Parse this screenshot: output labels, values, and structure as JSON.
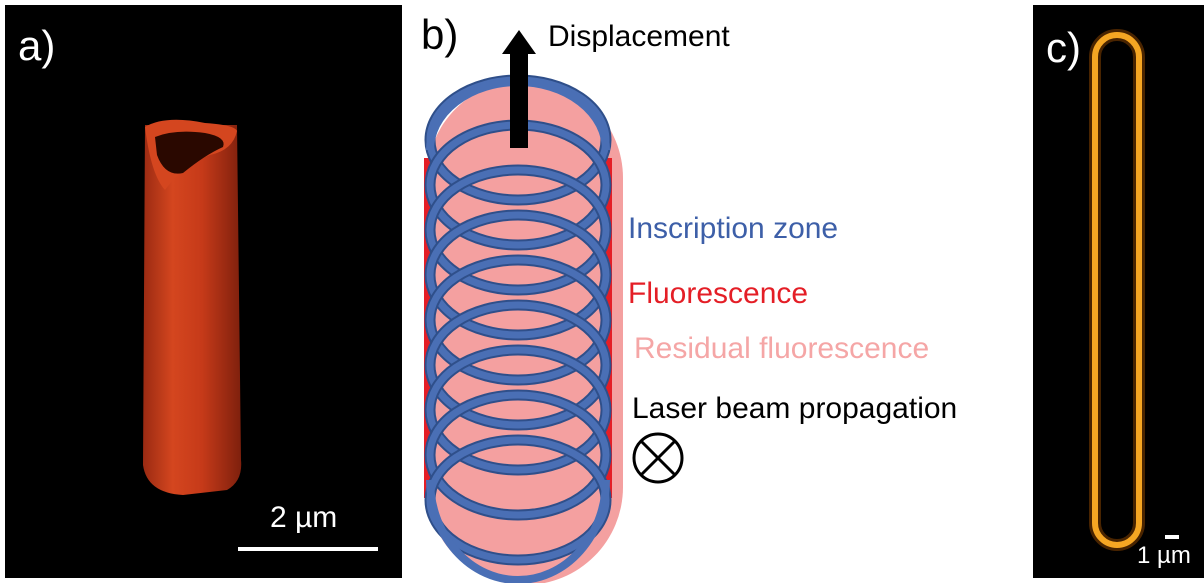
{
  "panels": {
    "a": {
      "letter": "a)",
      "scale_label": "2 µm"
    },
    "b": {
      "letter": "b)",
      "displacement_label": "Displacement"
    },
    "c": {
      "letter": "c)",
      "scale_label": "1 µm"
    }
  },
  "legend": {
    "inscription_zone": "Inscription zone",
    "fluorescence": "Fluorescence",
    "residual_fluorescence": "Residual fluorescence",
    "laser_beam_propagation": "Laser beam propagation"
  },
  "colors": {
    "inscription_zone": "#4a6fb5",
    "fluorescence": "#e41e26",
    "residual_fluorescence": "#f4a0a0",
    "tube": "#c83b1a",
    "loop_glow": "#f5a623"
  },
  "icons": {
    "laser_direction": "circle-x-icon",
    "displacement_arrow": "arrow-up-icon"
  }
}
